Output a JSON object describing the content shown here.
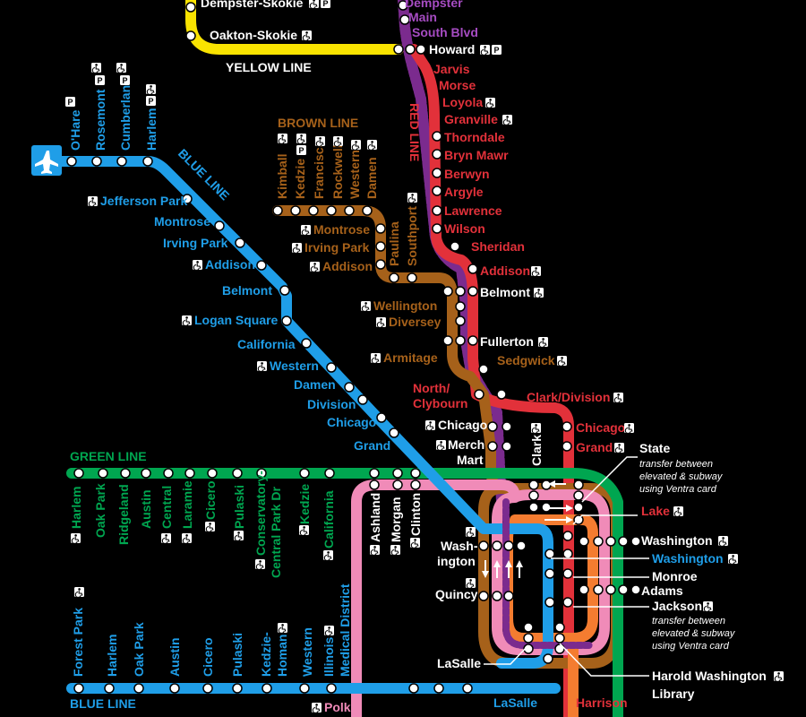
{
  "colors": {
    "yellow": "#f9e300",
    "red": "#e2313a",
    "purple": "#7b2b8e",
    "brown": "#a6611a",
    "blue": "#1f9ee8",
    "green": "#00a650",
    "pink": "#f08bb8",
    "orange": "#f47c30",
    "access": "#1f9ee8"
  },
  "icons": [
    "accessible-icon",
    "parking-icon",
    "airport-icon"
  ],
  "lines": {
    "yellow": "YELLOW LINE",
    "red": "RED LINE",
    "brown": "BROWN LINE",
    "blue_top": "BLUE LINE",
    "green": "GREEN LINE",
    "blue_bottom": "BLUE LINE"
  },
  "yellow_stations": [
    "Dempster-Skokie",
    "Oakton-Skokie"
  ],
  "purple_stations": [
    "Dempster",
    "Main",
    "South Blvd"
  ],
  "red_stations": [
    "Howard",
    "Jarvis",
    "Morse",
    "Loyola",
    "Granville",
    "Thorndale",
    "Bryn Mawr",
    "Berwyn",
    "Argyle",
    "Lawrence",
    "Wilson",
    "Sheridan",
    "Addison",
    "Clark/Division",
    "Chicago",
    "Grand",
    "Lake",
    "Monroe",
    "Jackson",
    "Harrison"
  ],
  "shared_stations": [
    "Belmont",
    "Fullerton",
    "Sedgwick",
    "North/",
    "Clybourn",
    "Chicago",
    "Merch",
    "Mart",
    "Clark",
    "State",
    "Washington",
    "Washington",
    "Adams",
    "LaSalle",
    "Harold Washington",
    "Library",
    "Wash-",
    "ington",
    "Quincy"
  ],
  "notes": {
    "state_transfer": [
      "transfer between",
      "elevated & subway",
      "using Ventra card"
    ],
    "jackson_transfer": [
      "transfer between",
      "elevated & subway",
      "using Ventra card"
    ]
  },
  "brown_stations": [
    "Kimball",
    "Kedzie",
    "Francisco",
    "Rockwell",
    "Western",
    "Damen",
    "Montrose",
    "Irving Park",
    "Addison",
    "Paulina",
    "Southport",
    "Wellington",
    "Diversey",
    "Armitage"
  ],
  "blue_top_stations": [
    "O'Hare",
    "Rosemont",
    "Cumberland",
    "Harlem",
    "Jefferson Park",
    "Montrose",
    "Irving Park",
    "Addison",
    "Belmont",
    "Logan Square",
    "California",
    "Western",
    "Damen",
    "Division",
    "Chicago",
    "Grand"
  ],
  "green_stations": [
    "Harlem",
    "Oak Park",
    "Ridgeland",
    "Austin",
    "Central",
    "Laramie",
    "Cicero",
    "Pulaski",
    "Conservatory-",
    "Central Park Dr",
    "Kedzie",
    "California"
  ],
  "pink_stations": [
    "Ashland",
    "Morgan",
    "Clinton",
    "Polk"
  ],
  "blue_bottom_stations": [
    "Forest Park",
    "Harlem",
    "Oak Park",
    "Austin",
    "Cicero",
    "Pulaski",
    "Kedzie-",
    "Homan",
    "Western",
    "Illinois",
    "Medical District",
    "LaSalle"
  ]
}
